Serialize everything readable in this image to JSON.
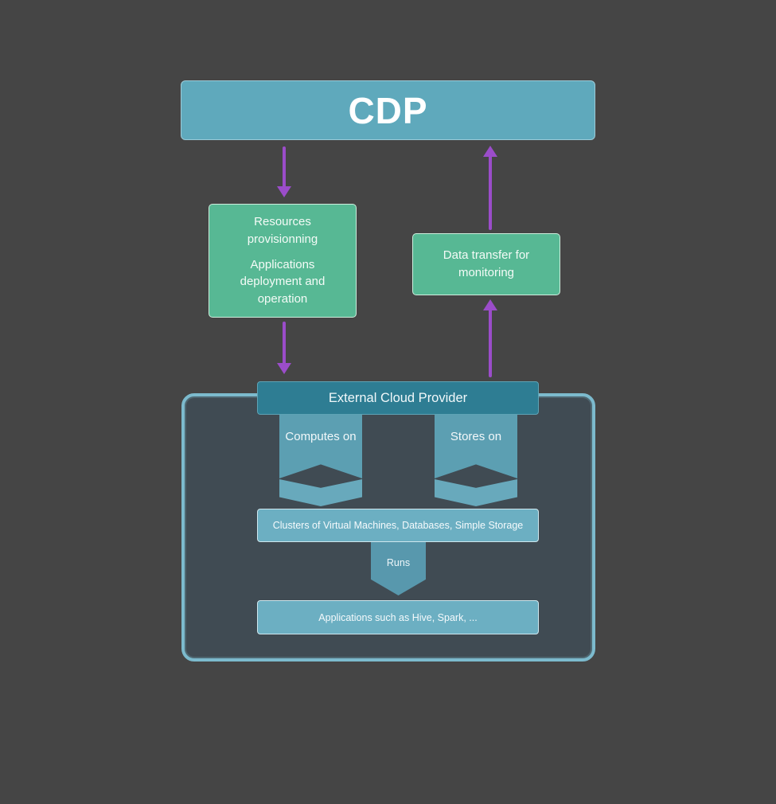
{
  "colors": {
    "background": "#454545",
    "purple_arrow": "#9b4dca",
    "cdp_fill": "#5fa9bc",
    "green_fill": "#57b894",
    "ecp_fill": "#2e7d93",
    "container_border": "#7cbacd",
    "container_fill": "#404b53",
    "ribbon_fill": "#5c9fb2",
    "chevron_fill": "#68a9bc",
    "light_box_fill": "#6cafc2",
    "runs_fill": "#5898ad"
  },
  "nodes": {
    "cdp": "CDP",
    "resources": {
      "para1": "Resources provisionning",
      "para2": "Applications deployment and operation"
    },
    "data_transfer": "Data transfer for monitoring",
    "external_cloud_provider": "External Cloud Provider",
    "computes_on": "Computes on",
    "stores_on": "Stores on",
    "clusters": "Clusters of Virtual Machines, Databases, Simple Storage",
    "runs": "Runs",
    "applications": "Applications such as Hive, Spark, ..."
  }
}
